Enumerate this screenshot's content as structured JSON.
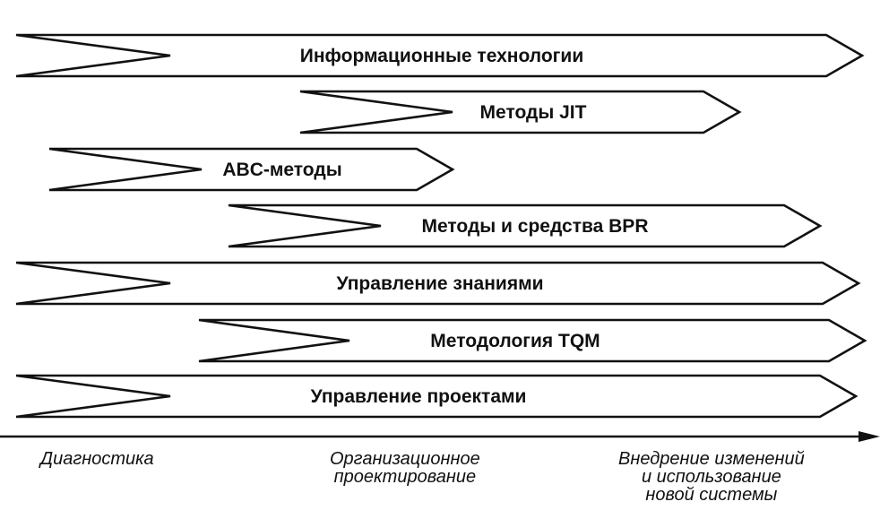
{
  "arrows": [
    {
      "label": "Информационные технологии"
    },
    {
      "label": "Методы JIT"
    },
    {
      "label": "ABC-методы"
    },
    {
      "label": "Методы и средства BPR"
    },
    {
      "label": "Управление знаниями"
    },
    {
      "label": "Методология TQM"
    },
    {
      "label": "Управление проектами"
    }
  ],
  "phases": [
    {
      "lines": [
        "Диагностика"
      ]
    },
    {
      "lines": [
        "Организационное",
        "проектирование"
      ]
    },
    {
      "lines": [
        "Внедрение изменений",
        "и использование",
        "новой системы"
      ]
    }
  ]
}
